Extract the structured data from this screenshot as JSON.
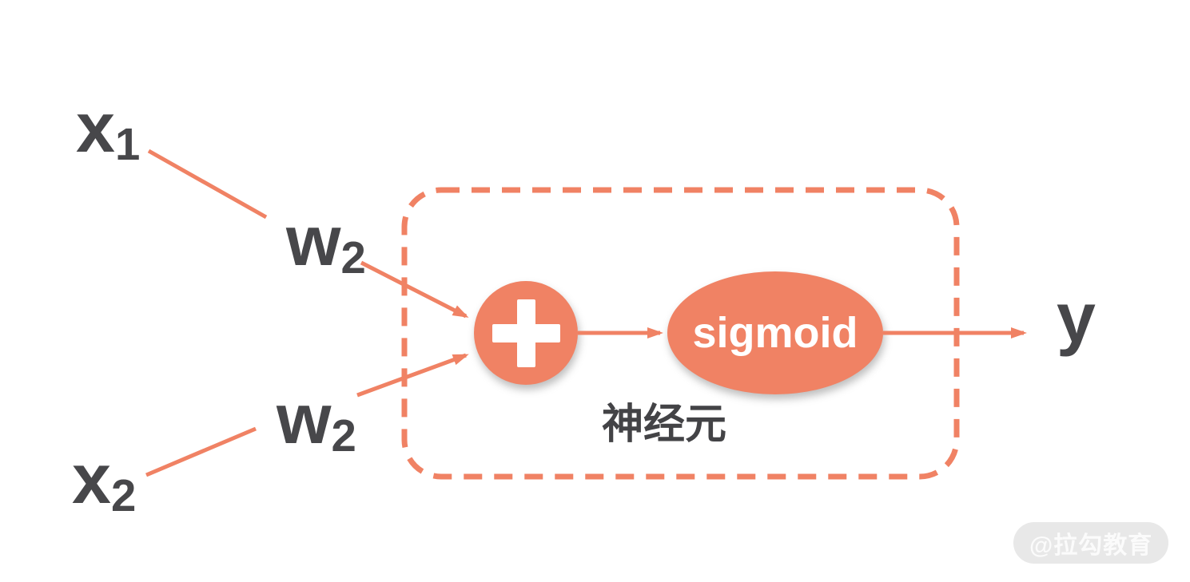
{
  "diagram": {
    "inputs": [
      {
        "base": "x",
        "sub": "1"
      },
      {
        "base": "x",
        "sub": "2"
      }
    ],
    "weights": [
      {
        "base": "w",
        "sub": "2"
      },
      {
        "base": "w",
        "sub": "2"
      }
    ],
    "summation": {
      "symbol": "+"
    },
    "activation": {
      "label": "sigmoid"
    },
    "group_label": "神经元",
    "output": {
      "label": "y"
    },
    "watermark": {
      "label": "@拉勾教育"
    },
    "colors": {
      "accent": "#F08264",
      "text_dark": "#47474A",
      "group_text": "#434346",
      "watermark_bg": "#E8E8E8",
      "watermark_text": "#FBFBFB",
      "node_text": "#FFFFFF"
    }
  }
}
